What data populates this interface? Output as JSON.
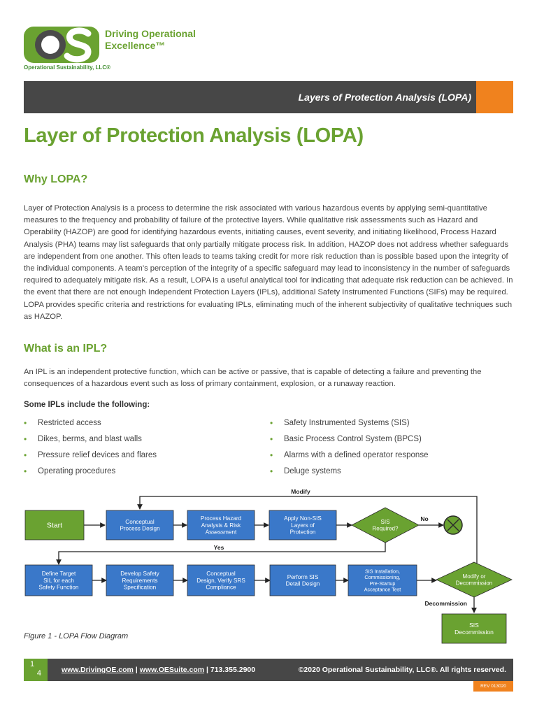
{
  "brand": {
    "logo_letters": "OS",
    "tagline_line1": "Driving Operational",
    "tagline_line2": "Excellence™",
    "company": "Operational Sustainability, LLC®",
    "green": "#6aa231",
    "orange": "#f0821e",
    "blue": "#3a78c9",
    "dark_gray": "#474747"
  },
  "header": {
    "title": "Layers of Protection Analysis (LOPA)"
  },
  "page_title": "Layer of Protection Analysis (LOPA)",
  "why": {
    "heading": "Why LOPA?",
    "paragraph": "Layer of Protection Analysis is a process to determine the risk associated with various hazardous events by applying semi-quantitative measures to the frequency and probability of failure of the protective layers. While qualitative risk assessments such as Hazard and Operability (HAZOP) are good for identifying hazardous events, initiating causes, event severity, and initiating likelihood, Process Hazard Analysis (PHA) teams may list safeguards that only partially mitigate process risk. In addition, HAZOP does not address whether safeguards are independent from one another. This often leads to teams taking credit for more risk reduction than is possible based upon the integrity of the individual components. A team’s perception of the integrity of a specific safeguard may lead to inconsistency in the number of safeguards required to adequately mitigate risk. As a result, LOPA is a useful analytical tool for indicating that adequate risk reduction can be achieved. In the event that there are not enough Independent Protection Layers (IPLs), additional Safety Instrumented Functions (SIFs) may be required. LOPA provides specific criteria and restrictions for evaluating IPLs, eliminating much of the inherent subjectivity of qualitative techniques such as HAZOP."
  },
  "ipl": {
    "heading": "What is an IPL?",
    "paragraph": "An IPL is an independent protective function, which can be active or passive, that is capable of detecting a failure and preventing the consequences of a hazardous event such as loss of primary containment, explosion, or a runaway reaction.",
    "list_heading": "Some IPLs include the following:",
    "bullet": "•",
    "left_items": [
      "Restricted access",
      "Dikes, berms, and blast walls",
      "Pressure relief devices and flares",
      "Operating procedures"
    ],
    "right_items": [
      "Safety Instrumented Systems (SIS)",
      "Basic Process Control System (BPCS)",
      "Alarms with a defined operator response",
      "Deluge systems"
    ]
  },
  "diagram": {
    "start": "Start",
    "row1": [
      [
        "Conceptual",
        "Process Design"
      ],
      [
        "Process Hazard",
        "Analysis & Risk",
        "Assessment"
      ],
      [
        "Apply Non-SIS",
        "Layers of",
        "Protection"
      ]
    ],
    "decision1": [
      "SIS",
      "Required?"
    ],
    "row2": [
      [
        "Define Target",
        "SIL for each",
        "Safety Function"
      ],
      [
        "Develop Safety",
        "Requirements",
        "Specification"
      ],
      [
        "Conceptual",
        "Design, Verify SRS",
        "Compliance"
      ],
      [
        "Perform SIS",
        "Detail Design"
      ],
      [
        "SIS Installation,",
        "Commissioning,",
        "Pre-Startup",
        "Acceptance Test"
      ]
    ],
    "decision2": [
      "Modify or",
      "Decommission"
    ],
    "end_box": [
      "SIS",
      "Decommission"
    ],
    "label_modify": "Modify",
    "label_no": "No",
    "label_yes": "Yes",
    "label_decommission": "Decommission",
    "caption": "Figure 1 - LOPA Flow Diagram"
  },
  "footer": {
    "page_current": "1",
    "page_total": "4",
    "link1": "www.DrivingOE.com",
    "sep": "|",
    "link2": "www.OESuite.com",
    "phone": "713.355.2900",
    "copyright": "©2020 Operational Sustainability, LLC®. All rights reserved.",
    "rev": "REV 013020"
  }
}
